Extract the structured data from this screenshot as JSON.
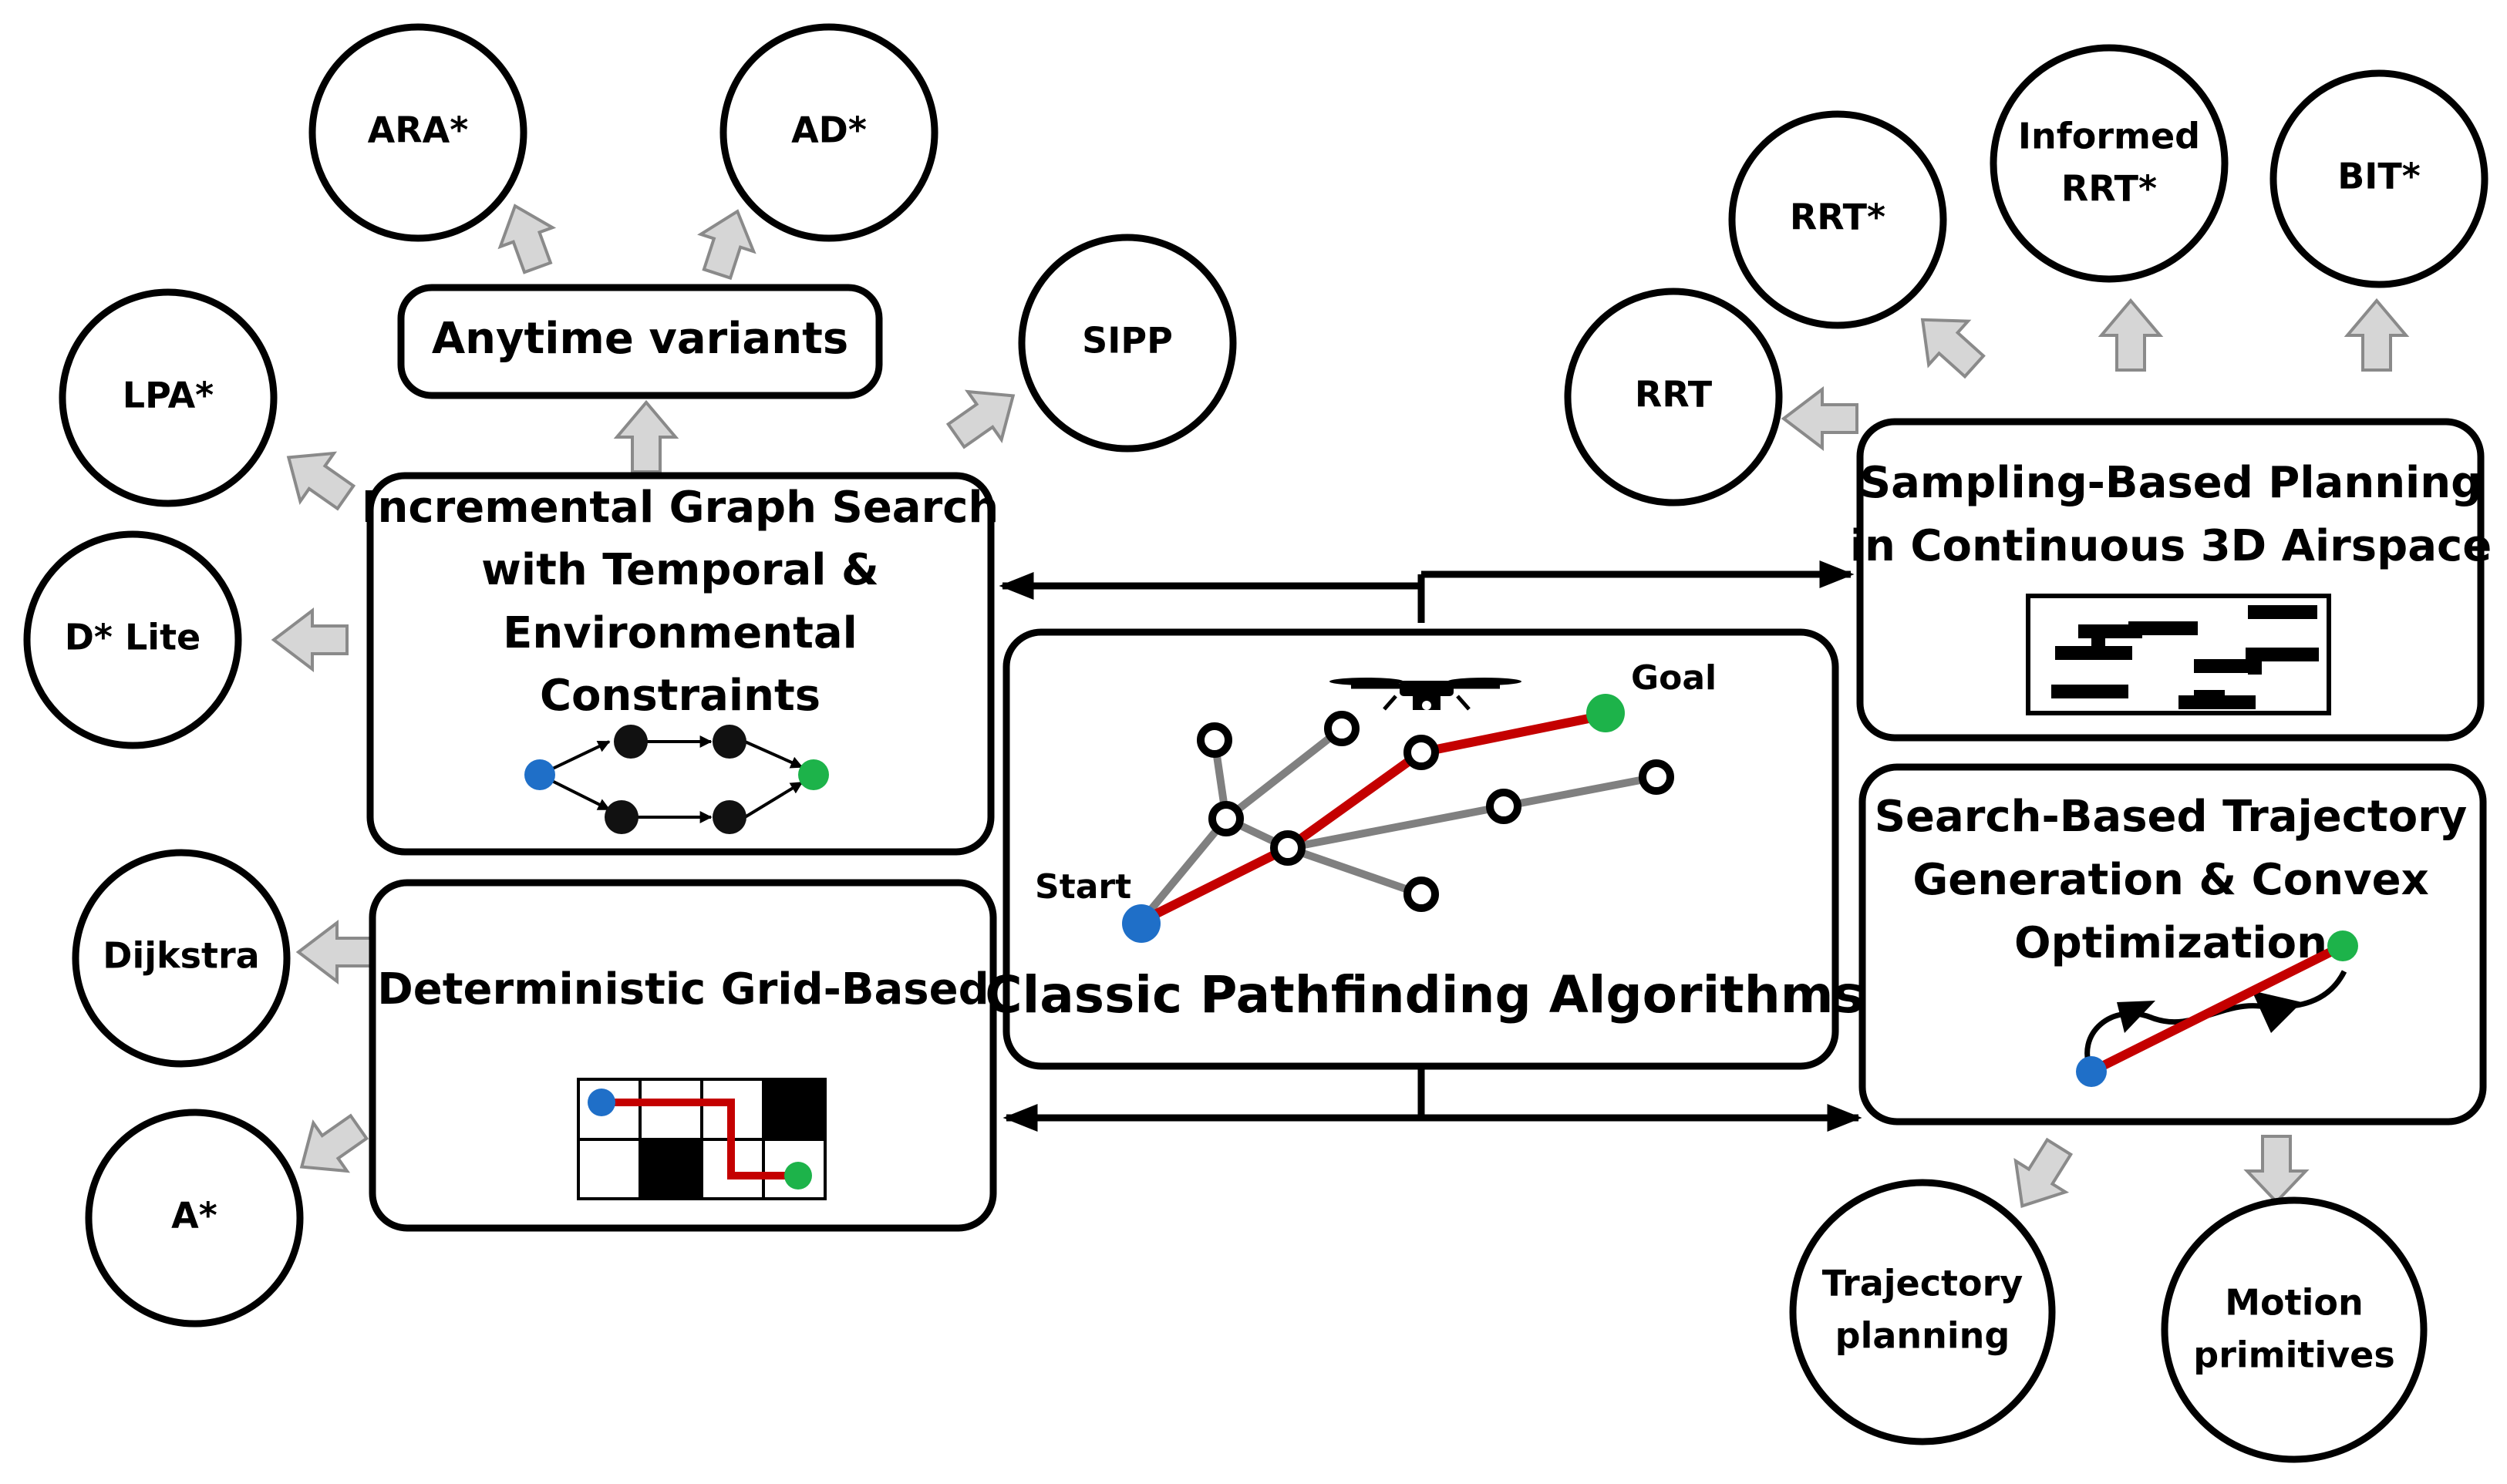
{
  "center": {
    "title": "Classic Pathfinding Algorithms",
    "start_label": "Start",
    "goal_label": "Goal"
  },
  "categories": {
    "incremental": {
      "lines": [
        "Incremental Graph Search",
        "with Temporal &",
        "Environmental",
        "Constraints"
      ]
    },
    "deterministic": {
      "lines": [
        "Deterministic Grid-Based"
      ]
    },
    "sampling": {
      "lines": [
        "Sampling-Based Planning",
        "in Continuous 3D Airspace"
      ]
    },
    "search_traj": {
      "lines": [
        "Search-Based Trajectory",
        "Generation & Convex",
        "Optimization"
      ]
    },
    "anytime": {
      "label": "Anytime variants"
    }
  },
  "algorithms": {
    "ara": "ARA*",
    "ad": "AD*",
    "lpa": "LPA*",
    "dlite": "D* Lite",
    "sipp": "SIPP",
    "dijkstra": "Dijkstra",
    "astar": "A*",
    "rrt": "RRT",
    "rrtstar": "RRT*",
    "informed": [
      "Informed",
      "RRT*"
    ],
    "bit": "BIT*",
    "trajectory": [
      "Trajectory",
      "planning"
    ],
    "motion": [
      "Motion",
      "primitives"
    ]
  },
  "colors": {
    "path": "#c40000",
    "start": "#1f6fc8",
    "goal": "#1db34a",
    "arrow_fill": "#d6d6d6",
    "edge_gray": "#808080"
  }
}
